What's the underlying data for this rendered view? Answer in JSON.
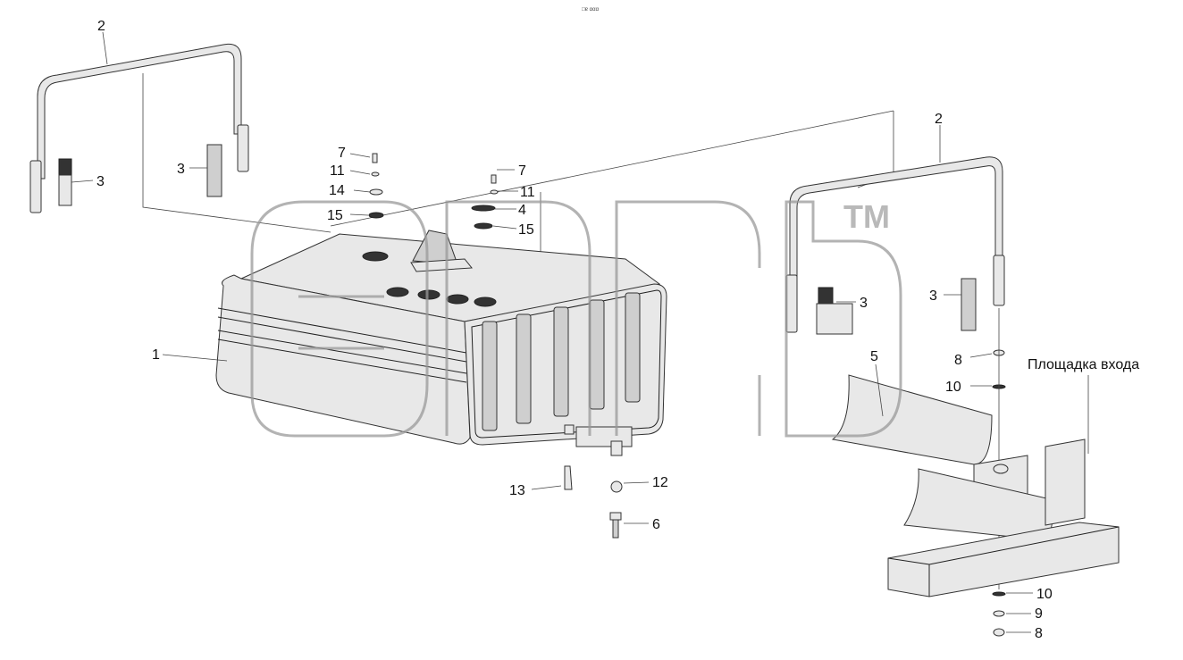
{
  "header": {
    "caption": "□ɐ ααα"
  },
  "watermark": {
    "trademark": "TM"
  },
  "callouts": [
    {
      "id": "c1",
      "text": "1"
    },
    {
      "id": "c2a",
      "text": "2"
    },
    {
      "id": "c2b",
      "text": "2"
    },
    {
      "id": "c3a",
      "text": "3"
    },
    {
      "id": "c3b",
      "text": "3"
    },
    {
      "id": "c3c",
      "text": "3"
    },
    {
      "id": "c3d",
      "text": "3"
    },
    {
      "id": "c4",
      "text": "4"
    },
    {
      "id": "c5",
      "text": "5"
    },
    {
      "id": "c6",
      "text": "6"
    },
    {
      "id": "c7a",
      "text": "7"
    },
    {
      "id": "c7b",
      "text": "7"
    },
    {
      "id": "c8a",
      "text": "8"
    },
    {
      "id": "c8b",
      "text": "8"
    },
    {
      "id": "c9",
      "text": "9"
    },
    {
      "id": "c10a",
      "text": "10"
    },
    {
      "id": "c10b",
      "text": "10"
    },
    {
      "id": "c11a",
      "text": "11"
    },
    {
      "id": "c11b",
      "text": "11"
    },
    {
      "id": "c12",
      "text": "12"
    },
    {
      "id": "c13",
      "text": "13"
    },
    {
      "id": "c14",
      "text": "14"
    },
    {
      "id": "c15a",
      "text": "15"
    },
    {
      "id": "c15b",
      "text": "15"
    }
  ],
  "entry_platform_label": "Площадка входа",
  "colors": {
    "line": "#222222",
    "watermark": "#9a9a9a",
    "background": "#ffffff"
  }
}
